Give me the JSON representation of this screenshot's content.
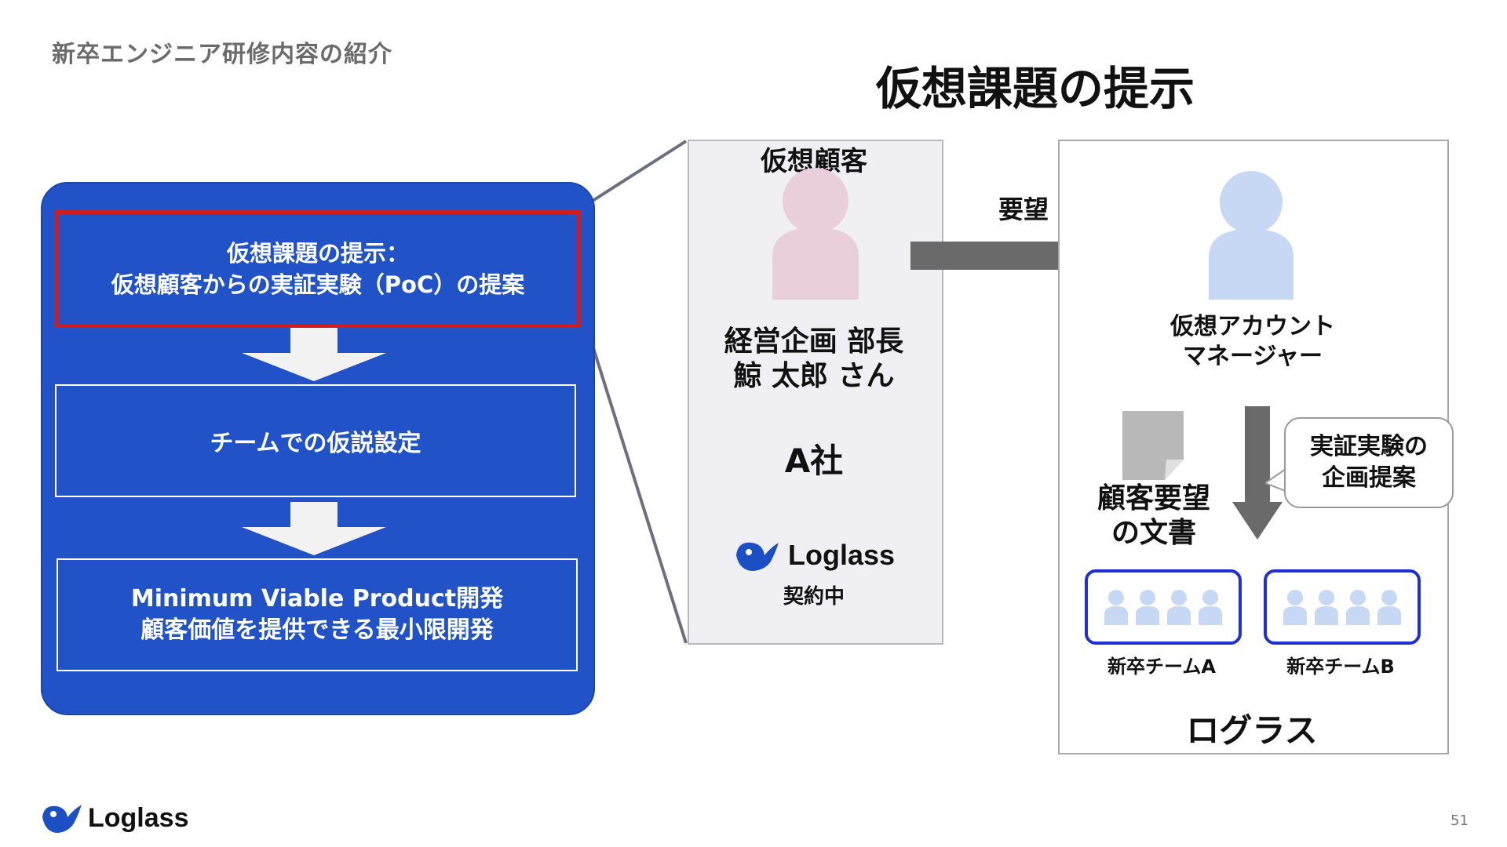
{
  "header": {
    "section_title": "新卒エンジニア研修内容の紹介"
  },
  "slide": {
    "title": "仮想課題の提示",
    "page_number": "51"
  },
  "steps": [
    {
      "line1": "仮想課題の提示：",
      "line2": "仮想顧客からの実証実験（PoC）の提案"
    },
    {
      "line1": "チームでの仮説設定",
      "line2": ""
    },
    {
      "line1": "Minimum Viable Product開発",
      "line2": "顧客価値を提供できる最小限開発"
    }
  ],
  "customer": {
    "heading": "仮想顧客",
    "role_line1": "経営企画 部長",
    "role_line2": "鯨 太郎 さん",
    "company": "A社",
    "contract_status": "契約中",
    "avatar_color": "#e9cfdb"
  },
  "request": {
    "label": "要望",
    "arrow_color": "#6a6a6a"
  },
  "loglass_side": {
    "am_line1": "仮想アカウント",
    "am_line2": "マネージャー",
    "avatar_color": "#c6d8f3",
    "document_line1": "顧客要望",
    "document_line2": "の文書",
    "callout_line1": "実証実験の",
    "callout_line2": "企画提案",
    "team_a": "新卒チームA",
    "team_b": "新卒チームB",
    "company": "ログラス"
  },
  "logo": {
    "text": "Loglass",
    "icon": "whale-icon"
  },
  "colors": {
    "panel_blue": "#2252c8",
    "highlight_red": "#cf1d1d",
    "team_border": "#1f2fd0"
  }
}
